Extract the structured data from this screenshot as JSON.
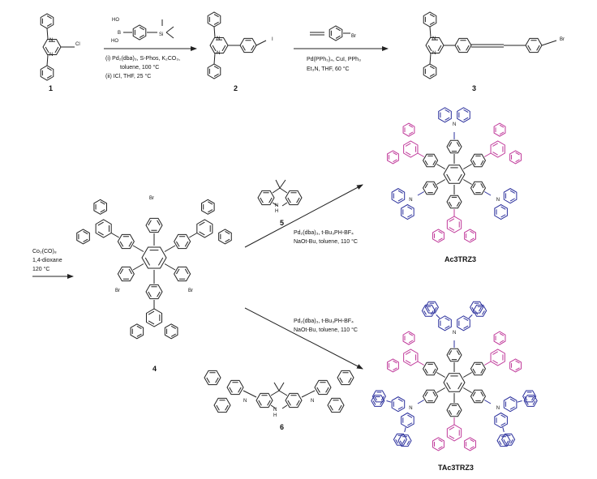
{
  "compounds": {
    "c1": "1",
    "c2": "2",
    "c3": "3",
    "c4": "4",
    "c5": "5",
    "c6": "6",
    "ac": "Ac3TRZ3",
    "tac": "TAc3TRZ3"
  },
  "step1": {
    "line1": "(i) Pd₂(dba)₃, S-Phos, K₂CO₃,",
    "line2": "toluene, 100 °C",
    "line3": "(ii) ICl, THF, 25 °C"
  },
  "step2": {
    "line1": "Pd(PPh₃)₄, CuI, PPh₃",
    "line2": "Et₃N, THF, 60 °C"
  },
  "step3": {
    "line1": "Co₂(CO)₈",
    "line2": "1,4-dioxane",
    "line3": "120 °C"
  },
  "step4": {
    "line1": "Pd₂(dba)₃, t-Bu₃PH-BF₄",
    "line2": "NaOt-Bu, toluene, 110 °C"
  },
  "step5": {
    "line1": "Pd₂(dba)₃, t-Bu₃PH-BF₄",
    "line2": "NaOt-Bu, toluene, 110 °C"
  },
  "atoms": {
    "cl": "Cl",
    "i": "I",
    "br": "Br",
    "n": "N",
    "nh": "H",
    "b": "B",
    "ho": "HO",
    "si": "Si"
  },
  "colors": {
    "triazine": "#c0399a",
    "acridine": "#2a2f9c",
    "bond": "#222222"
  }
}
